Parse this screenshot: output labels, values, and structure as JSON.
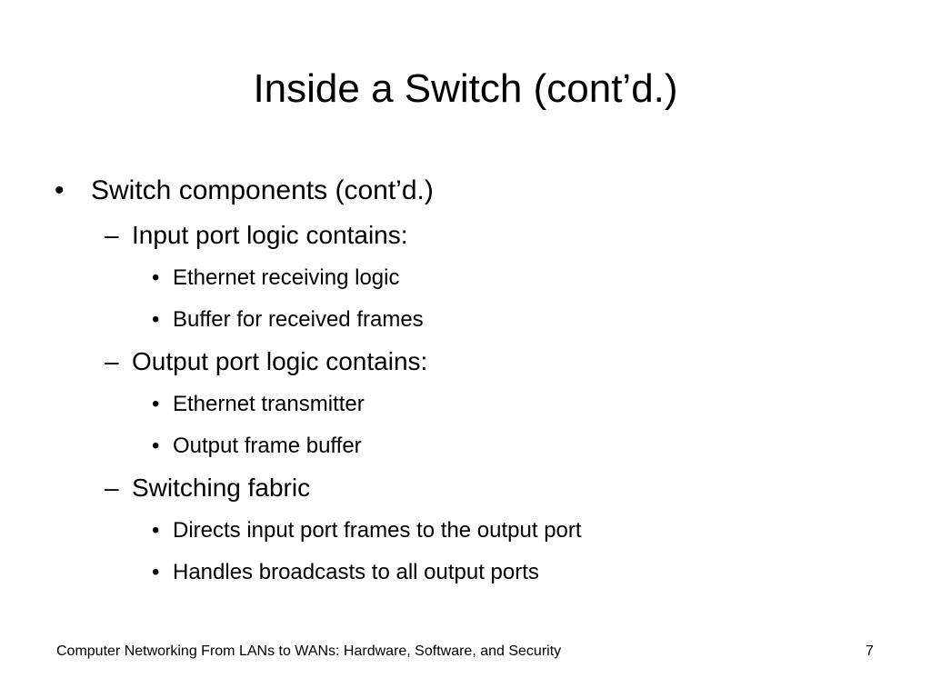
{
  "slide": {
    "title": "Inside a Switch (cont’d.)",
    "bullets": [
      {
        "level": 1,
        "marker": "•",
        "text": "Switch components (cont’d.)"
      },
      {
        "level": 2,
        "marker": "–",
        "text": "Input port logic contains:"
      },
      {
        "level": 3,
        "marker": "•",
        "text": "Ethernet receiving logic"
      },
      {
        "level": 3,
        "marker": "•",
        "text": "Buffer for received frames"
      },
      {
        "level": 2,
        "marker": "–",
        "text": "Output port logic contains:"
      },
      {
        "level": 3,
        "marker": "•",
        "text": "Ethernet transmitter"
      },
      {
        "level": 3,
        "marker": "•",
        "text": "Output frame buffer"
      },
      {
        "level": 2,
        "marker": "–",
        "text": "Switching fabric"
      },
      {
        "level": 3,
        "marker": "•",
        "text": "Directs input port frames to the output port"
      },
      {
        "level": 3,
        "marker": "•",
        "text": "Handles broadcasts to all output ports"
      }
    ],
    "footer": {
      "text": "Computer Networking From LANs to WANs: Hardware, Software, and Security",
      "page_number": "7"
    }
  }
}
